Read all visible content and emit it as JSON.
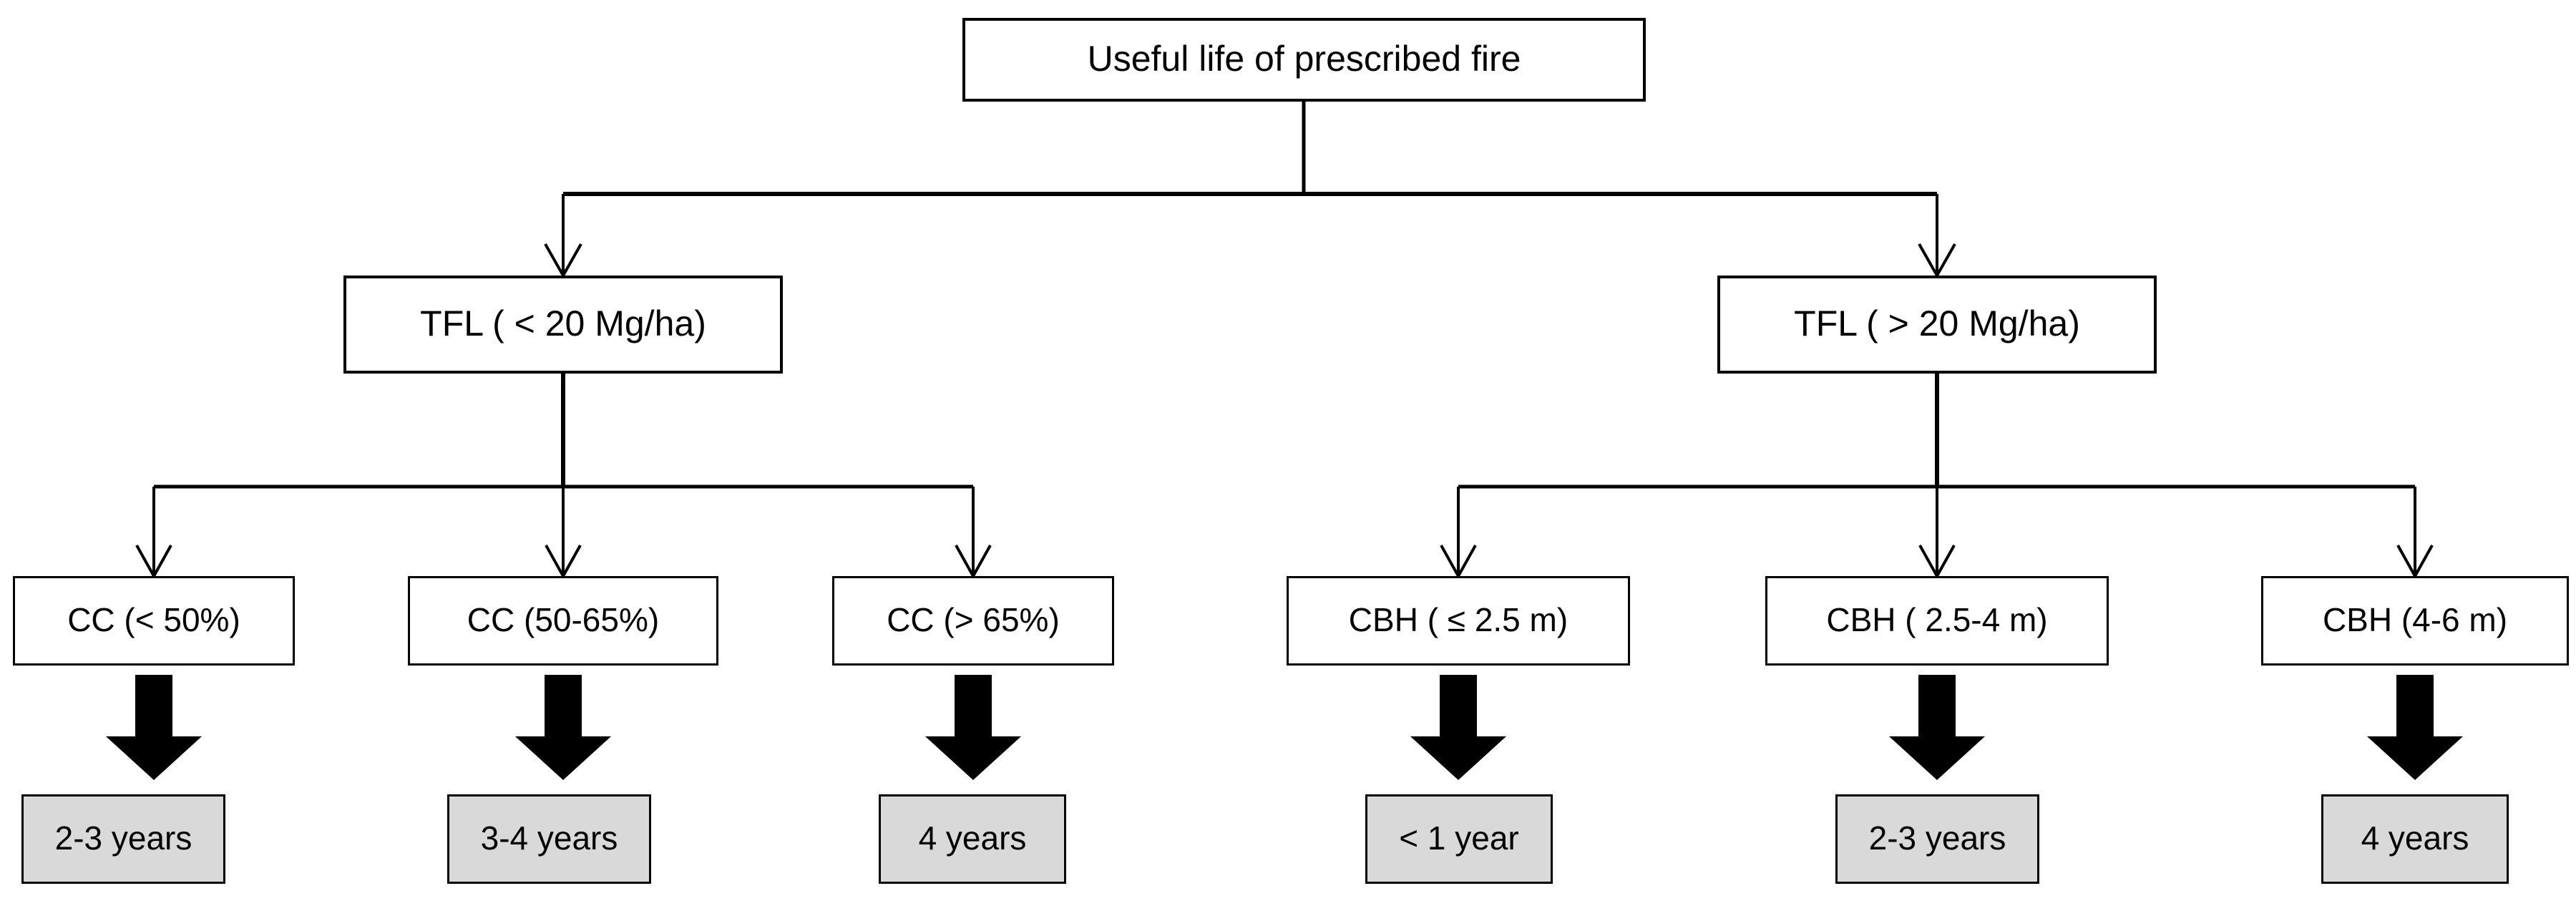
{
  "diagram": {
    "title": "Useful life of prescribed fire",
    "type": "decision-tree-flowchart",
    "background_color": "#ffffff",
    "box_border_color": "#000000",
    "result_fill_color": "#d9d9d9",
    "arrow_color": "#000000"
  },
  "root": {
    "label": "Useful life of prescribed fire"
  },
  "level2": [
    {
      "label": "TFL ( < 20 Mg/ha)"
    },
    {
      "label": "TFL ( > 20 Mg/ha)"
    }
  ],
  "level3": [
    {
      "label": "CC (< 50%)"
    },
    {
      "label": "CC (50-65%)"
    },
    {
      "label": "CC (> 65%)"
    },
    {
      "label": "CBH ( ≤ 2.5 m)"
    },
    {
      "label": "CBH ( 2.5-4 m)"
    },
    {
      "label": "CBH (4-6 m)"
    }
  ],
  "results": [
    {
      "label": "2-3 years"
    },
    {
      "label": "3-4 years"
    },
    {
      "label": "4 years"
    },
    {
      "label": "< 1 year"
    },
    {
      "label": "2-3 years"
    },
    {
      "label": "4 years"
    }
  ]
}
